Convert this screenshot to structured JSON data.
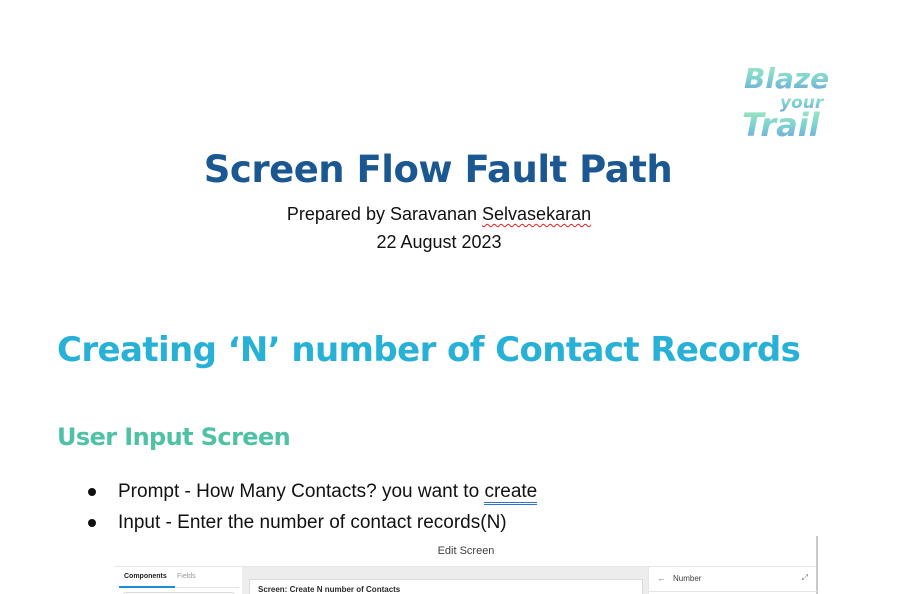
{
  "logo": {
    "line1": "Blaze",
    "line2": "your",
    "line3": "Trail",
    "gradient_top": "#8fe3b4",
    "gradient_bottom": "#6fa6e0"
  },
  "header": {
    "title": "Screen Flow Fault Path",
    "prepared_by_prefix": "Prepared by Saravanan ",
    "prepared_by_surname": "Selvasekaran",
    "date": "22 August 2023"
  },
  "section": {
    "heading": "Creating ‘N’ number of Contact Records",
    "subheading": "User Input Screen",
    "bullets": [
      {
        "label_prefix": "Prompt - How Many Contacts? you want to ",
        "label_underlined": "create"
      },
      {
        "label": "Input - Enter the number of contact records(N)"
      }
    ]
  },
  "embedded_screenshot": {
    "window_title": "Edit Screen",
    "tabs": [
      "Components",
      "Fields"
    ],
    "active_tab": "Components",
    "canvas_card_title": "Screen: Create N number of Contacts",
    "properties_panel": {
      "back_icon": "←",
      "title": "Number",
      "expand_icon": "⤢"
    }
  },
  "colors": {
    "title": "#1b5892",
    "heading": "#27b1d6",
    "subheading": "#4fc2a6",
    "spellcheck": "#e02020",
    "grammar_underline": "#2f6fd8"
  }
}
